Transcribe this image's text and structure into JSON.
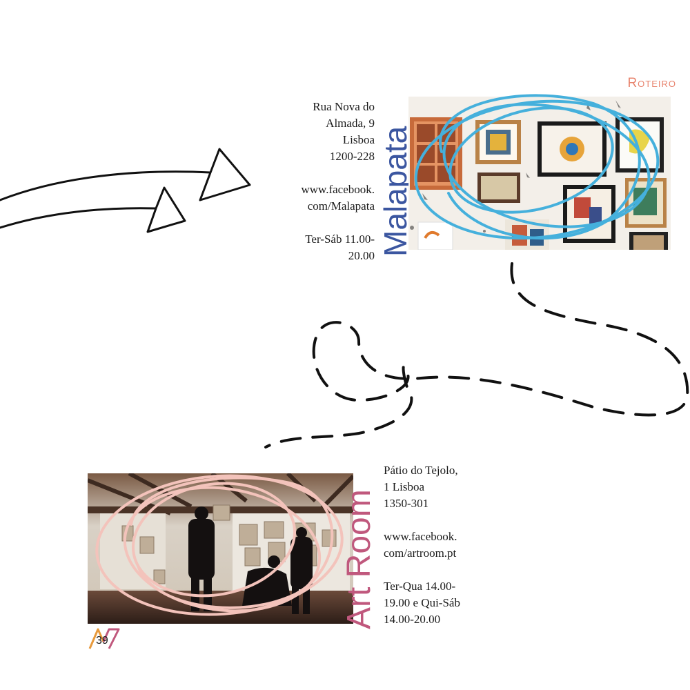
{
  "header": {
    "section_label": "Roteiro"
  },
  "venues": [
    {
      "name": "Malapata",
      "address_lines": [
        "Rua Nova do",
        "Almada, 9",
        "Lisboa",
        "1200-228"
      ],
      "web_lines": [
        "www.facebook.",
        "com/Malapata"
      ],
      "hours_lines": [
        "Ter-Sáb 11.00-",
        "20.00"
      ],
      "name_color": "#3b56a0",
      "scribble_color": "#45b0dc"
    },
    {
      "name": "Art Room",
      "address_lines": [
        "Pátio do Tejolo,",
        "1 Lisboa",
        "1350-301"
      ],
      "web_lines": [
        "www.facebook.",
        "com/artroom.pt"
      ],
      "hours_lines": [
        "Ter-Qua 14.00-",
        "19.00 e Qui-Sáb",
        "14.00-20.00"
      ],
      "name_color": "#c0587d",
      "scribble_color": "#f3c3bb"
    }
  ],
  "footer": {
    "page_number": "39"
  },
  "colors": {
    "accent_orange": "#e8846e",
    "logo_left": "#e89a3c",
    "logo_right": "#c0587d"
  }
}
